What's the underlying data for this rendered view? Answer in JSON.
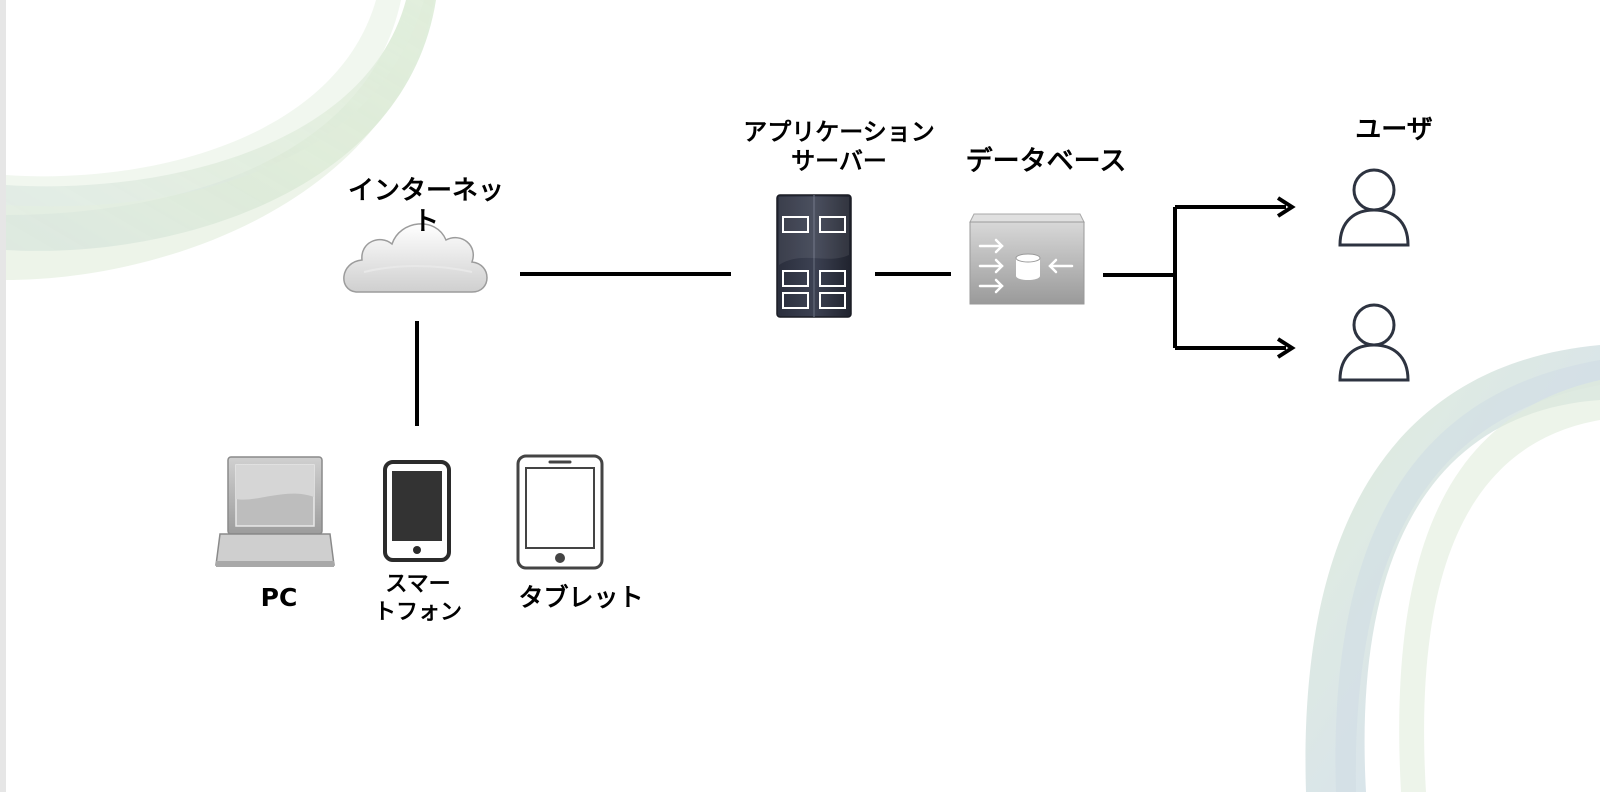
{
  "diagram": {
    "internet_label": "インターネット",
    "app_server_label": "アプリケーション\nサーバー",
    "database_label": "データベース",
    "users_label": "ユーザ",
    "devices": {
      "pc_label": "PC",
      "smartphone_label": "スマー\nトフォン",
      "tablet_label": "タブレット"
    }
  },
  "icons": {
    "cloud": "cloud-icon",
    "app_server": "server-rack-icon",
    "database": "database-switch-icon",
    "user": "user-icon",
    "laptop": "laptop-icon",
    "smartphone": "smartphone-icon",
    "tablet": "tablet-icon"
  },
  "colors": {
    "line": "#000000",
    "user_icon": "#2d3340",
    "decor_green": "#c9dfc0",
    "decor_blue": "#c3d3de"
  }
}
